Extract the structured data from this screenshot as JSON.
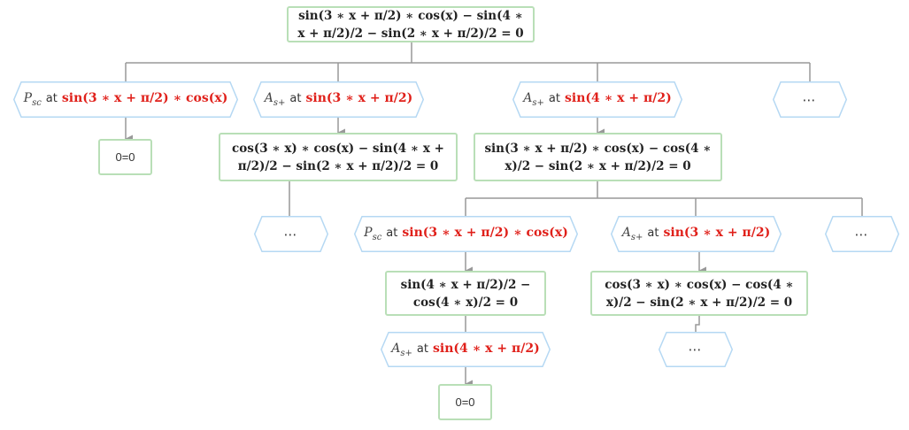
{
  "tree": {
    "root": {
      "text": "sin(3 ∗ x + π/2) ∗ cos(x) − sin(4 ∗ x + π/2)/2 − sin(2 ∗ x + π/2)/2 = 0"
    },
    "level1": [
      {
        "op": "P",
        "op_sub": "sc",
        "at": "at",
        "target": "sin(3 ∗ x + π/2) ∗ cos(x)",
        "result": "0=0"
      },
      {
        "op": "A",
        "op_sub": "s+",
        "at": "at",
        "target": "sin(3 ∗ x + π/2)",
        "result": "cos(3 ∗ x) ∗ cos(x) − sin(4 ∗ x + π/2)/2 − sin(2 ∗ x + π/2)/2 = 0",
        "next": "⋯"
      },
      {
        "op": "A",
        "op_sub": "s+",
        "at": "at",
        "target": "sin(4 ∗ x + π/2)",
        "result": "sin(3 ∗ x + π/2) ∗ cos(x) − cos(4 ∗ x)/2 − sin(2 ∗ x + π/2)/2 = 0",
        "children": [
          {
            "op": "P",
            "op_sub": "sc",
            "at": "at",
            "target": "sin(3 ∗ x + π/2) ∗ cos(x)",
            "result": "sin(4 ∗ x + π/2)/2 − cos(4 ∗ x)/2 = 0",
            "next": {
              "op": "A",
              "op_sub": "s+",
              "at": "at",
              "target": "sin(4 ∗ x + π/2)",
              "result": "0=0"
            }
          },
          {
            "op": "A",
            "op_sub": "s+",
            "at": "at",
            "target": "sin(3 ∗ x + π/2)",
            "result": "cos(3 ∗ x) ∗ cos(x) − cos(4 ∗ x)/2 − sin(2 ∗ x + π/2)/2 = 0",
            "next": "⋯"
          },
          {
            "label": "⋯"
          }
        ]
      },
      {
        "label": "⋯"
      }
    ]
  }
}
